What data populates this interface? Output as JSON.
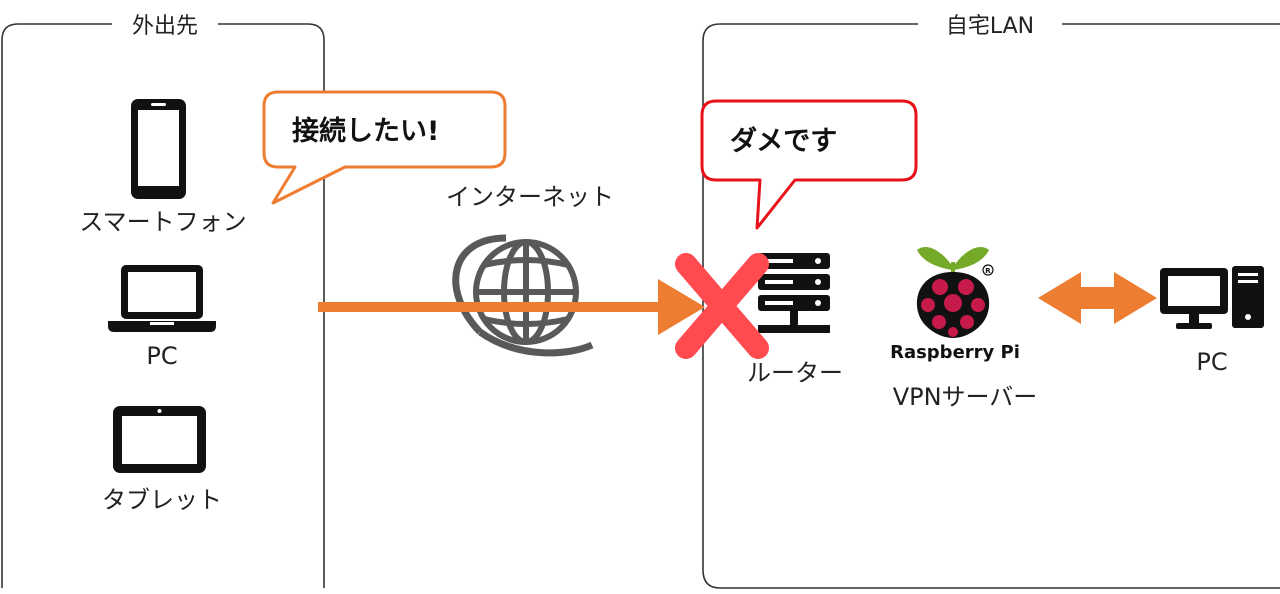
{
  "groups": {
    "outside": {
      "title": "外出先"
    },
    "home": {
      "title": "自宅LAN"
    }
  },
  "devices": {
    "smartphone": {
      "label": "スマートフォン",
      "icon": "smartphone-icon"
    },
    "laptop": {
      "label": "PC",
      "icon": "laptop-icon"
    },
    "tablet": {
      "label": "タブレット",
      "icon": "tablet-icon"
    },
    "router": {
      "label": "ルーター",
      "icon": "router-server-icon"
    },
    "vpn_server": {
      "brand": "Raspberry Pi",
      "label": "VPNサーバー",
      "icon": "raspberry-pi-icon"
    },
    "home_pc": {
      "label": "PC",
      "icon": "desktop-pc-icon"
    }
  },
  "internet": {
    "label": "インターネット",
    "icon": "globe-icon"
  },
  "callouts": {
    "connect": {
      "text": "接続したい!"
    },
    "denied": {
      "text": "ダメです"
    }
  },
  "colors": {
    "arrow": "#ED7D31",
    "callout_orange": "#ED7D31",
    "callout_red": "#E8121B",
    "blocked_x": "#FF4B50",
    "icon": "#111111",
    "globe": "#595959",
    "group_border": "#333333",
    "raspberry_berry": "#C51A4A",
    "raspberry_leaf": "#75A928"
  }
}
